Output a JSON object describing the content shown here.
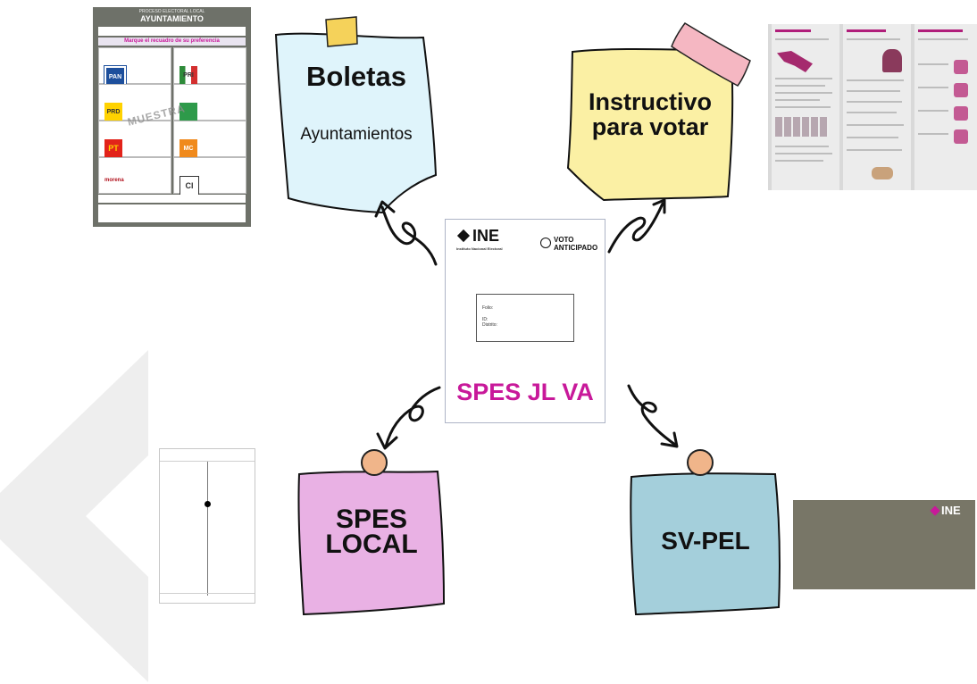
{
  "center_card": {
    "logo_text": "INE",
    "logo_sub": "Instituto Nacional Electoral",
    "voto_line1": "VOTO",
    "voto_line2": "ANTICIPADO",
    "field_folio": "Folio:",
    "field_id": "ID:",
    "field_distrito": "Distrito:",
    "label": "SPES JL VA",
    "label_color": "#c8199a"
  },
  "notes": {
    "boletas": {
      "title": "Boletas",
      "subtitle": "Ayuntamientos",
      "color": "#dff4fb"
    },
    "instructivo": {
      "title_line1": "Instructivo",
      "title_line2": "para votar",
      "color": "#fbf0a4"
    },
    "spes_local": {
      "title_line1": "SPES",
      "title_line2": "LOCAL",
      "color": "#e9b1e4"
    },
    "sv_pel": {
      "title": "SV-PEL",
      "color": "#a4cfdb"
    }
  },
  "ballot": {
    "header_line1": "PROCESO ELECTORAL LOCAL",
    "header_title": "AYUNTAMIENTO",
    "instruction": "Marque el recuadro de su preferencia",
    "watermark": "MUESTRA",
    "parties": {
      "pan": "PAN",
      "pri": "PRI",
      "prd": "PRD",
      "pt": "PT",
      "mc": "MC",
      "morena": "morena",
      "ci": "CI"
    }
  },
  "envelope": {
    "logo_text": "INE"
  },
  "colors": {
    "ballot_frame": "#6e7169",
    "envelope_gray": "#787667",
    "triptych_bg": "#d9d9d9",
    "magenta": "#b01e7a"
  }
}
